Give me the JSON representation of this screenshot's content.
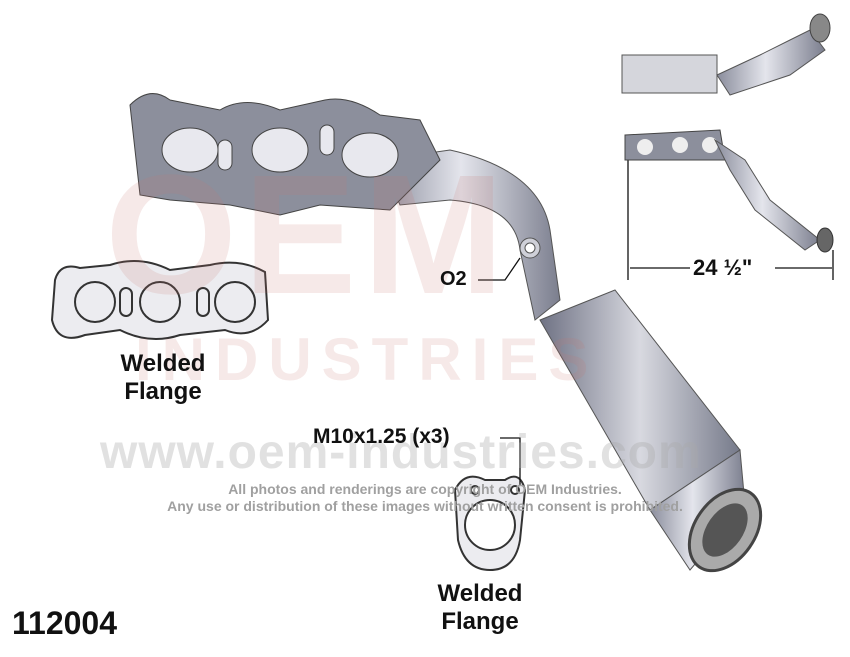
{
  "watermark": {
    "logo": "OEM",
    "logo_sub": "INDUSTRIES",
    "url": "www.oem-industries.com",
    "copyright_line1": "All photos and renderings are copyright of OEM Industries.",
    "copyright_line2": "Any use or distribution of these images without written consent is prohibited."
  },
  "labels": {
    "o2": "O2",
    "dimension": "24 ½\"",
    "left_flange_line1": "Welded",
    "left_flange_line2": "Flange",
    "bolt_spec": "M10x1.25 (x3)",
    "bottom_flange_line1": "Welded",
    "bottom_flange_line2": "Flange",
    "part_number": "112004"
  }
}
